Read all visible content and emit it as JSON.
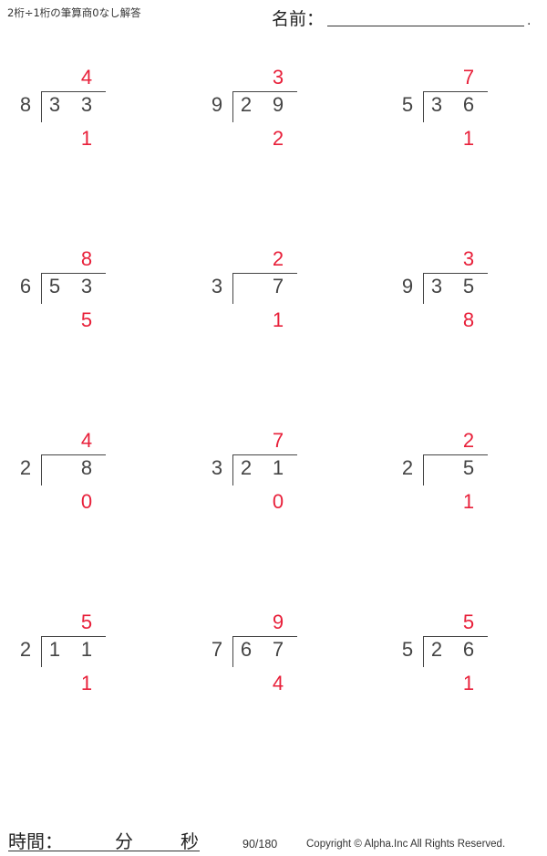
{
  "header": {
    "title": "2桁÷1桁の筆算商0なし解答",
    "name_label": "名前：",
    "name_end": "."
  },
  "problems": [
    {
      "divisor": "8",
      "tens": "3",
      "ones": "3",
      "quotient": "4",
      "remainder": "1"
    },
    {
      "divisor": "9",
      "tens": "2",
      "ones": "9",
      "quotient": "3",
      "remainder": "2"
    },
    {
      "divisor": "5",
      "tens": "3",
      "ones": "6",
      "quotient": "7",
      "remainder": "1"
    },
    {
      "divisor": "6",
      "tens": "5",
      "ones": "3",
      "quotient": "8",
      "remainder": "5"
    },
    {
      "divisor": "3",
      "tens": "",
      "ones": "7",
      "quotient": "2",
      "remainder": "1"
    },
    {
      "divisor": "9",
      "tens": "3",
      "ones": "5",
      "quotient": "3",
      "remainder": "8"
    },
    {
      "divisor": "2",
      "tens": "",
      "ones": "8",
      "quotient": "4",
      "remainder": "0"
    },
    {
      "divisor": "3",
      "tens": "2",
      "ones": "1",
      "quotient": "7",
      "remainder": "0"
    },
    {
      "divisor": "2",
      "tens": "",
      "ones": "5",
      "quotient": "2",
      "remainder": "1"
    },
    {
      "divisor": "2",
      "tens": "1",
      "ones": "1",
      "quotient": "5",
      "remainder": "1"
    },
    {
      "divisor": "7",
      "tens": "6",
      "ones": "7",
      "quotient": "9",
      "remainder": "4"
    },
    {
      "divisor": "5",
      "tens": "2",
      "ones": "6",
      "quotient": "5",
      "remainder": "1"
    }
  ],
  "footer": {
    "time_label": "時間：",
    "minutes_label": "分",
    "seconds_label": "秒",
    "page": "90/180",
    "copyright": "Copyright © Alpha.Inc All Rights Reserved."
  },
  "colors": {
    "answer": "#e8203a",
    "text": "#444444"
  }
}
